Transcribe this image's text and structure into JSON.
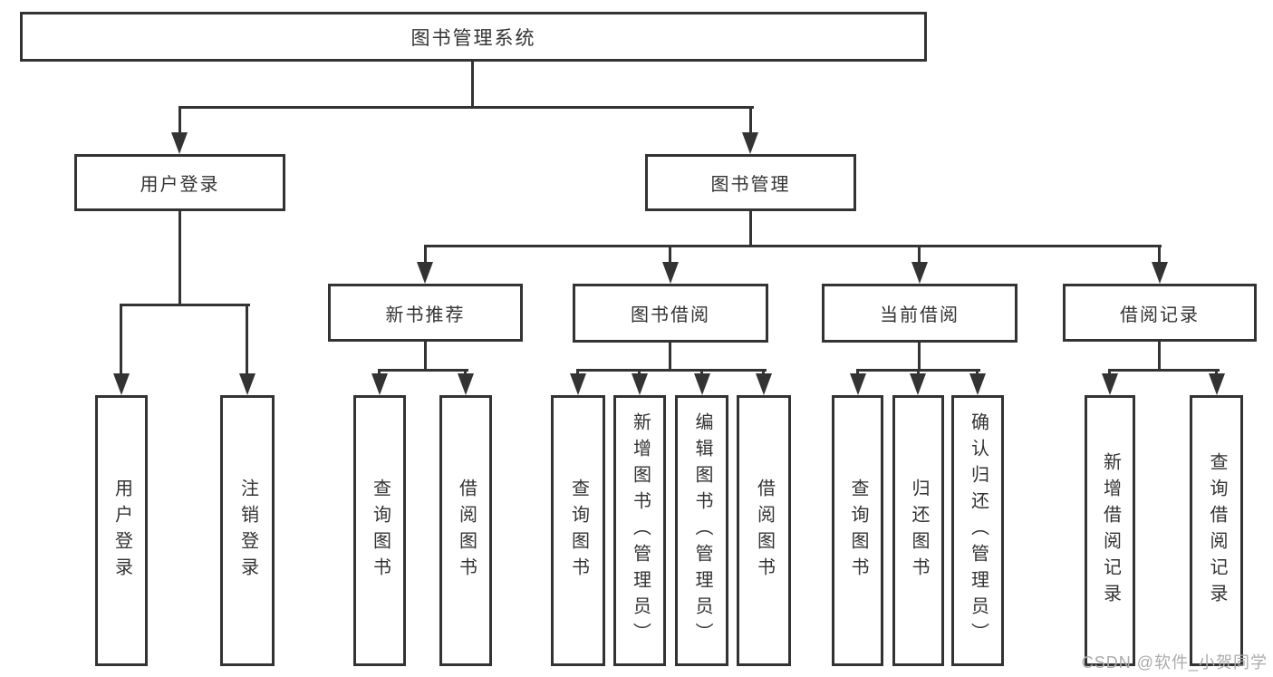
{
  "diagram": {
    "root": {
      "label": "图书管理系统"
    },
    "level2": [
      {
        "label": "用户登录"
      },
      {
        "label": "图书管理"
      }
    ],
    "level3": [
      {
        "label": "新书推荐"
      },
      {
        "label": "图书借阅"
      },
      {
        "label": "当前借阅"
      },
      {
        "label": "借阅记录"
      }
    ],
    "leaves": {
      "user_login": [
        {
          "label": "用户登录"
        },
        {
          "label": "注销登录"
        }
      ],
      "new_book": [
        {
          "label": "查询图书"
        },
        {
          "label": "借阅图书"
        }
      ],
      "book_borrow": [
        {
          "label": "查询图书"
        },
        {
          "label": "新增图书（管理员）"
        },
        {
          "label": "编辑图书（管理员）"
        },
        {
          "label": "借阅图书"
        }
      ],
      "current_borrow": [
        {
          "label": "查询图书"
        },
        {
          "label": "归还图书"
        },
        {
          "label": "确认归还（管理员）"
        }
      ],
      "borrow_records": [
        {
          "label": "新增借阅记录"
        },
        {
          "label": "查询借阅记录"
        }
      ]
    }
  },
  "watermark": {
    "text": "CSDN @软件_小贺同学"
  },
  "colors": {
    "line": "#333333",
    "box_border": "#333333",
    "text": "#333333",
    "background": "#ffffff",
    "watermark": "#ababab"
  }
}
